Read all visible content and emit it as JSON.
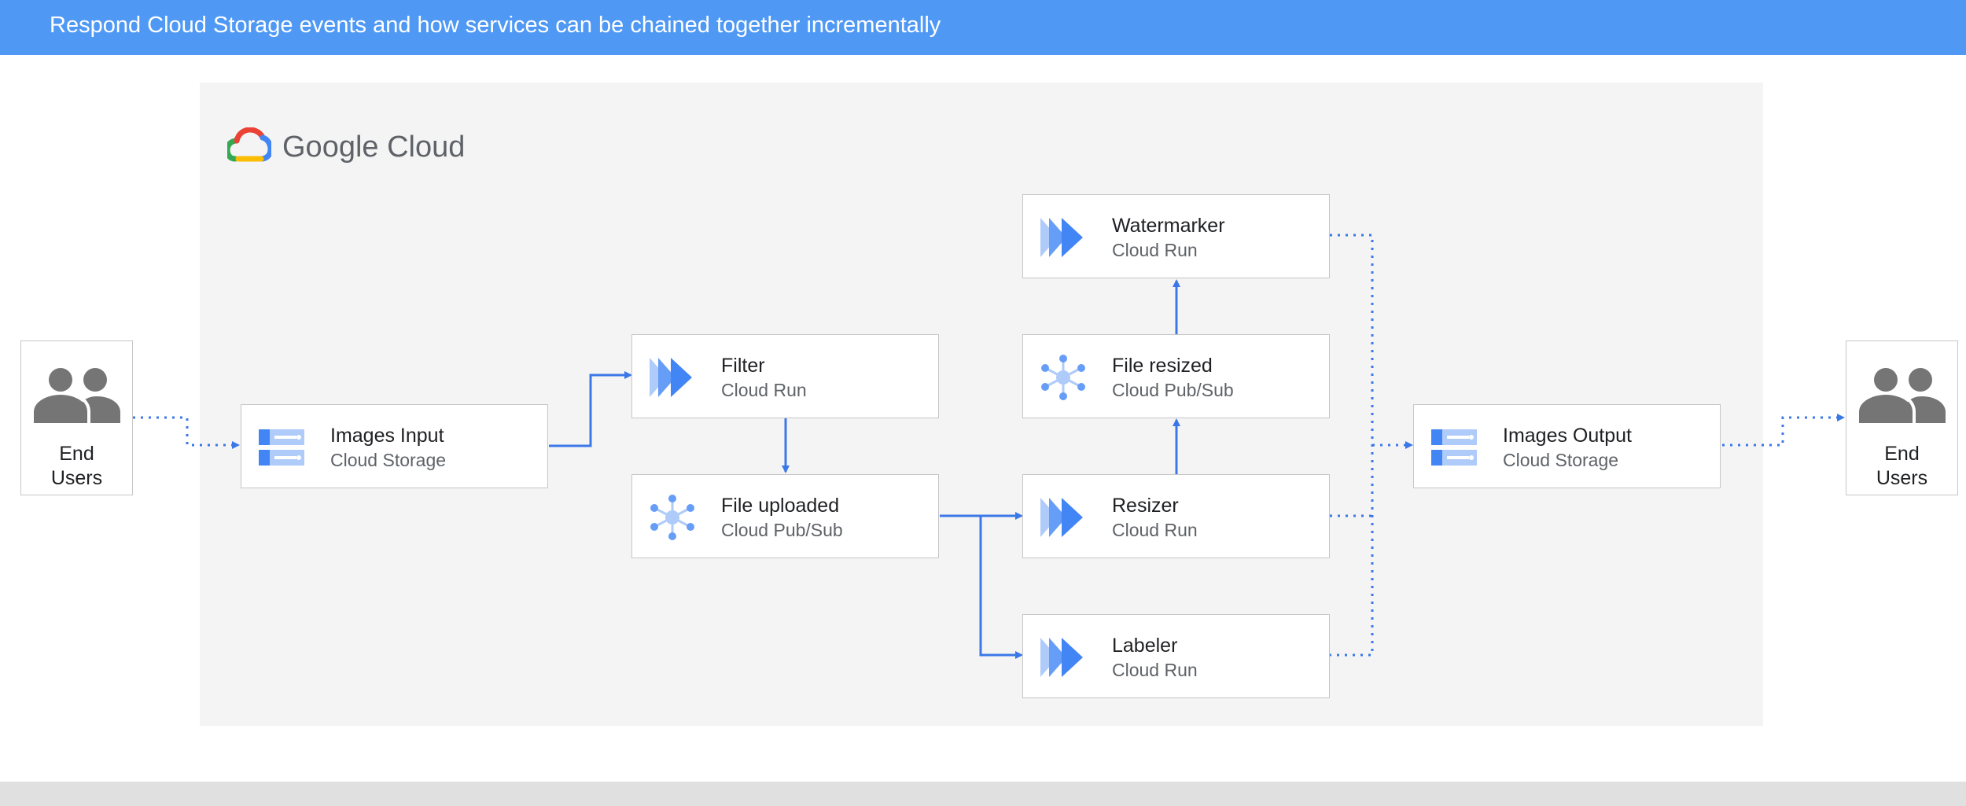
{
  "header": {
    "title": "Respond Cloud Storage events and how services can be chained together incrementally"
  },
  "brand": {
    "text": "Google Cloud",
    "icon": "google-cloud-logo-icon"
  },
  "colors": {
    "header": "#4f99f5",
    "arrow": "#3b78e7",
    "panel": "#f4f4f4",
    "icon_dark": "#4285f4",
    "icon_light": "#aecbfa",
    "user_icon": "#757575"
  },
  "users": {
    "left": {
      "label": "End\nUsers",
      "icon": "users-icon"
    },
    "right": {
      "label": "End\nUsers",
      "icon": "users-icon"
    }
  },
  "nodes": {
    "images_input": {
      "name": "Images Input",
      "service": "Cloud Storage",
      "icon": "cloud-storage-icon"
    },
    "filter": {
      "name": "Filter",
      "service": "Cloud Run",
      "icon": "cloud-run-icon"
    },
    "file_uploaded": {
      "name": "File uploaded",
      "service": "Cloud Pub/Sub",
      "icon": "pubsub-icon"
    },
    "watermarker": {
      "name": "Watermarker",
      "service": "Cloud Run",
      "icon": "cloud-run-icon"
    },
    "file_resized": {
      "name": "File resized",
      "service": "Cloud Pub/Sub",
      "icon": "pubsub-icon"
    },
    "resizer": {
      "name": "Resizer",
      "service": "Cloud Run",
      "icon": "cloud-run-icon"
    },
    "labeler": {
      "name": "Labeler",
      "service": "Cloud Run",
      "icon": "cloud-run-icon"
    },
    "images_output": {
      "name": "Images Output",
      "service": "Cloud Storage",
      "icon": "cloud-storage-icon"
    }
  }
}
